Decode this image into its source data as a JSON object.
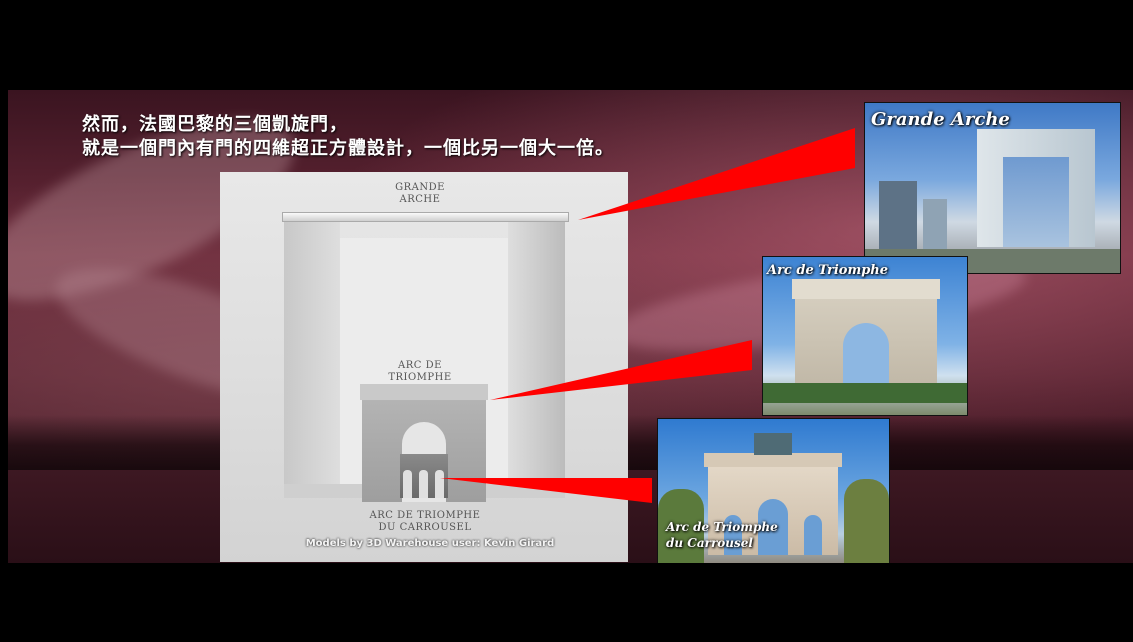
{
  "caption": {
    "line1": "然而，法國巴黎的三個凱旋門，",
    "line2": "就是一個門內有門的四維超正方體設計，一個比另一個大一倍。"
  },
  "model": {
    "grande_label_1": "GRANDE",
    "grande_label_2": "ARCHE",
    "arc_label_1": "ARC DE",
    "arc_label_2": "TRIOMPHE",
    "carrousel_label_1": "ARC DE TRIOMPHE",
    "carrousel_label_2": "DU CARROUSEL",
    "credit": "Models by 3D Warehouse user: Kevin Girard"
  },
  "photos": {
    "grande_title": "Grande Arche",
    "arc_title": "Arc de Triomphe",
    "carrousel_title_1": "Arc de Triomphe",
    "carrousel_title_2": "du Carrousel"
  },
  "colors": {
    "pointer": "#ff0000",
    "background": "#5a2432"
  }
}
